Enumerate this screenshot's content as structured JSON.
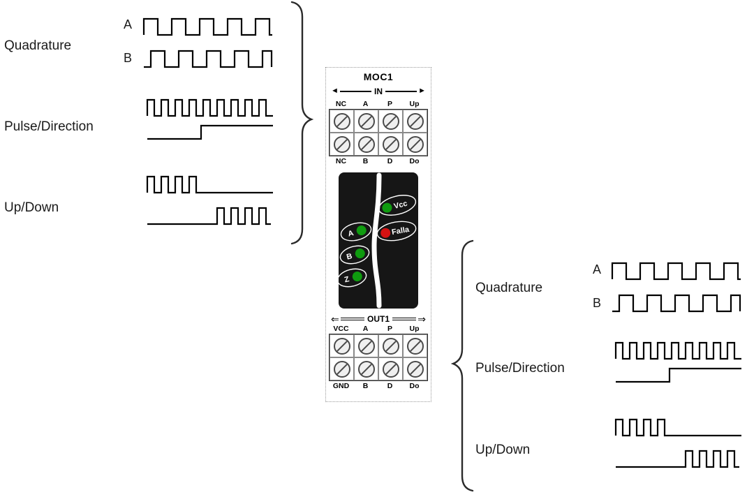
{
  "left_signals": {
    "quadrature_label": "Quadrature",
    "a_label": "A",
    "b_label": "B",
    "pulse_direction_label": "Pulse/Direction",
    "up_down_label": "Up/Down"
  },
  "right_signals": {
    "quadrature_label": "Quadrature",
    "a_label": "A",
    "b_label": "B",
    "pulse_direction_label": "Pulse/Direction",
    "up_down_label": "Up/Down"
  },
  "module": {
    "title": "MOC1",
    "in": {
      "label": "IN",
      "arrow_left": "◄",
      "arrow_right": "►",
      "top_terminals": [
        "NC",
        "A",
        "P",
        "Up"
      ],
      "bottom_terminals": [
        "NC",
        "B",
        "D",
        "Do"
      ]
    },
    "out": {
      "label": "OUT1",
      "arrow_left": "⇐",
      "arrow_right": "⇒",
      "top_terminals": [
        "VCC",
        "A",
        "P",
        "Up"
      ],
      "bottom_terminals": [
        "GND",
        "B",
        "D",
        "Do"
      ]
    },
    "leds": [
      {
        "label": "Vcc",
        "color": "#0f9b0f"
      },
      {
        "label": "Falla",
        "color": "#d41111"
      },
      {
        "label": "A",
        "color": "#0f9b0f"
      },
      {
        "label": "B",
        "color": "#0f9b0f"
      },
      {
        "label": "Z",
        "color": "#0f9b0f"
      }
    ],
    "panel_colors": {
      "background": "#161616",
      "slot": "#ffffff"
    }
  }
}
